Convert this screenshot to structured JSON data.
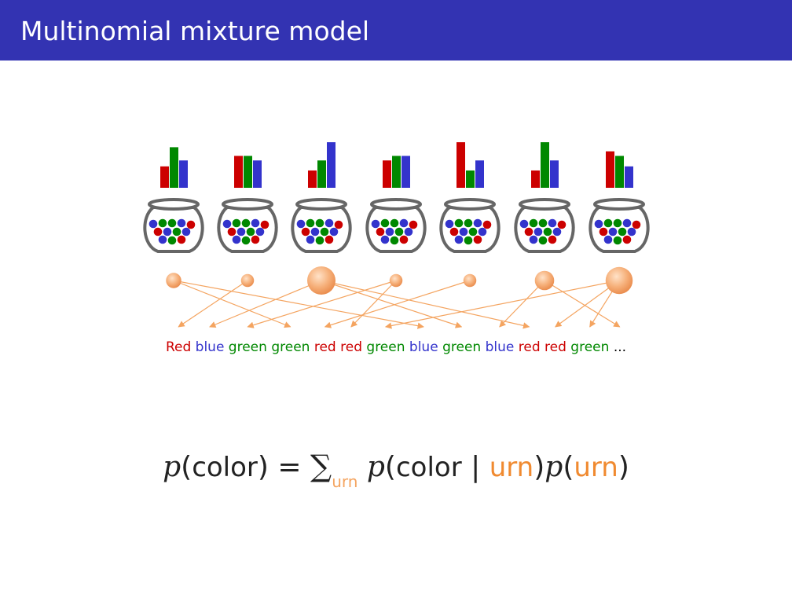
{
  "slide": {
    "title": "Multinomial mixture model"
  },
  "urns": [
    {
      "histogram": {
        "red": 0.47,
        "green": 0.89,
        "blue": 0.6
      }
    },
    {
      "histogram": {
        "red": 0.7,
        "green": 0.7,
        "blue": 0.6
      }
    },
    {
      "histogram": {
        "red": 0.38,
        "green": 0.6,
        "blue": 1.0
      }
    },
    {
      "histogram": {
        "red": 0.6,
        "green": 0.7,
        "blue": 0.7
      }
    },
    {
      "histogram": {
        "red": 1.0,
        "green": 0.38,
        "blue": 0.6
      }
    },
    {
      "histogram": {
        "red": 0.38,
        "green": 1.0,
        "blue": 0.6
      }
    },
    {
      "histogram": {
        "red": 0.8,
        "green": 0.7,
        "blue": 0.47
      }
    }
  ],
  "urn_weights": [
    0.45,
    0.35,
    1.0,
    0.35,
    0.35,
    0.62,
    0.95
  ],
  "sequence": [
    {
      "word": "Red",
      "color": "red"
    },
    {
      "word": "blue",
      "color": "blue"
    },
    {
      "word": "green",
      "color": "green"
    },
    {
      "word": "green",
      "color": "green"
    },
    {
      "word": "red",
      "color": "red"
    },
    {
      "word": "red",
      "color": "red"
    },
    {
      "word": "green",
      "color": "green"
    },
    {
      "word": "blue",
      "color": "blue"
    },
    {
      "word": "green",
      "color": "green"
    },
    {
      "word": "blue",
      "color": "blue"
    },
    {
      "word": "red",
      "color": "red"
    },
    {
      "word": "red",
      "color": "red"
    },
    {
      "word": "green",
      "color": "green"
    },
    {
      "word": "...",
      "color": "black"
    }
  ],
  "assignments": [
    {
      "urn": 0,
      "token": 3
    },
    {
      "urn": 0,
      "token": 7
    },
    {
      "urn": 1,
      "token": 0
    },
    {
      "urn": 2,
      "token": 1
    },
    {
      "urn": 2,
      "token": 8
    },
    {
      "urn": 2,
      "token": 10
    },
    {
      "urn": 3,
      "token": 2
    },
    {
      "urn": 3,
      "token": 5
    },
    {
      "urn": 4,
      "token": 4
    },
    {
      "urn": 5,
      "token": 9
    },
    {
      "urn": 5,
      "token": 13
    },
    {
      "urn": 6,
      "token": 6
    },
    {
      "urn": 6,
      "token": 11
    },
    {
      "urn": 6,
      "token": 12
    }
  ],
  "formula": {
    "lhs_p": "p",
    "lhs_arg": "color",
    "equals": "=",
    "sum": "∑",
    "sum_sub": "urn",
    "rhs_p1": "p",
    "rhs_arg1": "color",
    "bar": "|",
    "rhs_cond": "urn",
    "rhs_p2": "p",
    "rhs_arg2": "urn",
    "lparen": "(",
    "rparen": ")"
  },
  "colors": {
    "title_bar": "#3333b2",
    "red": "#cc0000",
    "green": "#008800",
    "blue": "#3333cc",
    "arrow": "#f4a460",
    "urn_outline": "#666666",
    "text": "#222222"
  }
}
